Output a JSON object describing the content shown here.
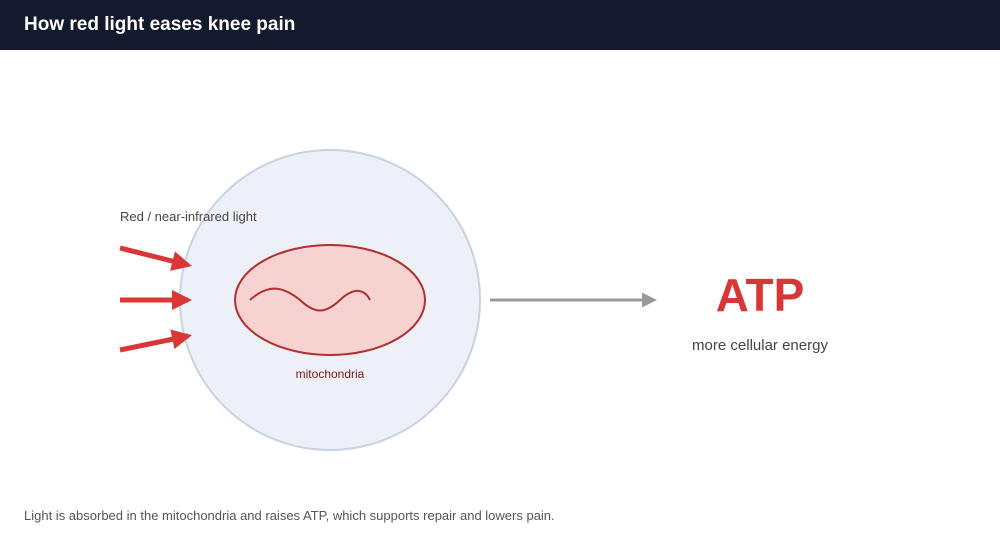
{
  "header": {
    "title": "How red light eases knee pain"
  },
  "diagram": {
    "light_label": "Red / near-infrared light",
    "mitochondria_label": "mitochondria",
    "output_label": "ATP",
    "output_subtitle": "more cellular energy"
  },
  "caption": "Light is absorbed in the mitochondria and raises ATP, which supports repair and lowers pain.",
  "colors": {
    "header_bg": "#141a2e",
    "light_ray": "#d93636",
    "cell_fill": "#edf0f6",
    "cell_stroke": "#c9d2e3",
    "mito_fill": "#f6d3d0",
    "mito_stroke": "#b03030",
    "output_arrow": "#999999",
    "atp_text": "#d93636"
  }
}
